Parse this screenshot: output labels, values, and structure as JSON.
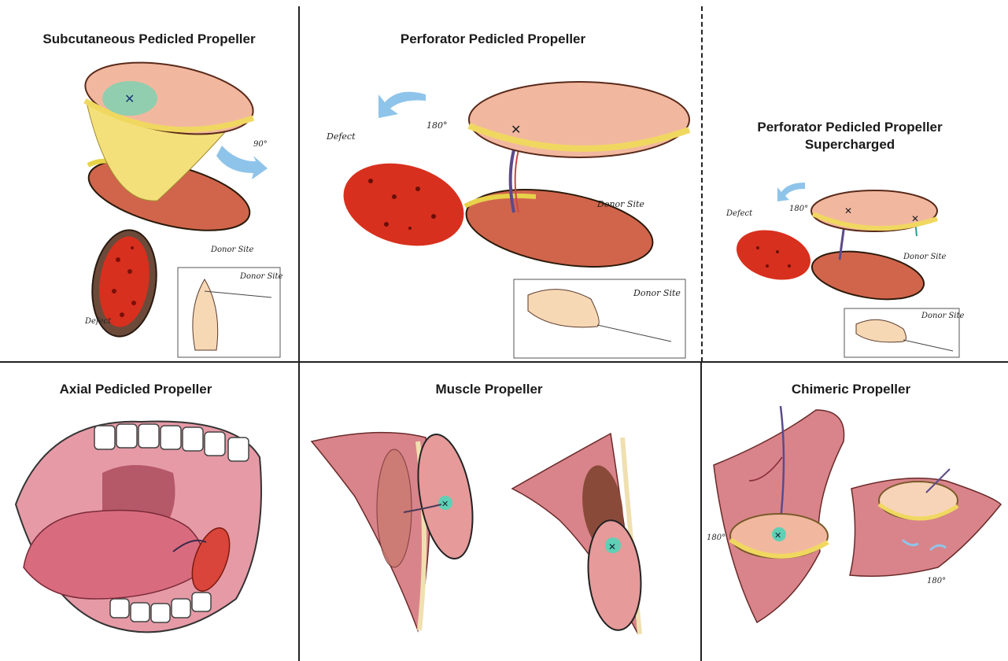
{
  "panels": [
    {
      "title": "Subcutaneous Pedicled Propeller",
      "labels": {
        "angle": "90°",
        "donor": "Donor Site",
        "inset_donor": "Donor Site",
        "defect": "Defect"
      }
    },
    {
      "title": "Perforator Pedicled Propeller",
      "labels": {
        "defect": "Defect",
        "angle": "180°",
        "donor": "Donor Site",
        "inset_donor": "Donor Site"
      }
    },
    {
      "title_line1": "Perforator Pedicled Propeller",
      "title_line2": "Supercharged",
      "labels": {
        "defect": "Defect",
        "angle": "180°",
        "donor": "Donor Site",
        "inset_donor": "Donor Site"
      }
    },
    {
      "title": "Axial Pedicled Propeller"
    },
    {
      "title": "Muscle  Propeller"
    },
    {
      "title": "Chimeric  Propeller",
      "labels": {
        "angle_left": "180°",
        "angle_right": "180°"
      }
    }
  ],
  "colors": {
    "skin": "#f0b59b",
    "fat": "#f2df6a",
    "muscle": "#c8564a",
    "defect": "#d8301e",
    "arrow": "#8fc4ea",
    "perforator": "#2a9d8f"
  }
}
